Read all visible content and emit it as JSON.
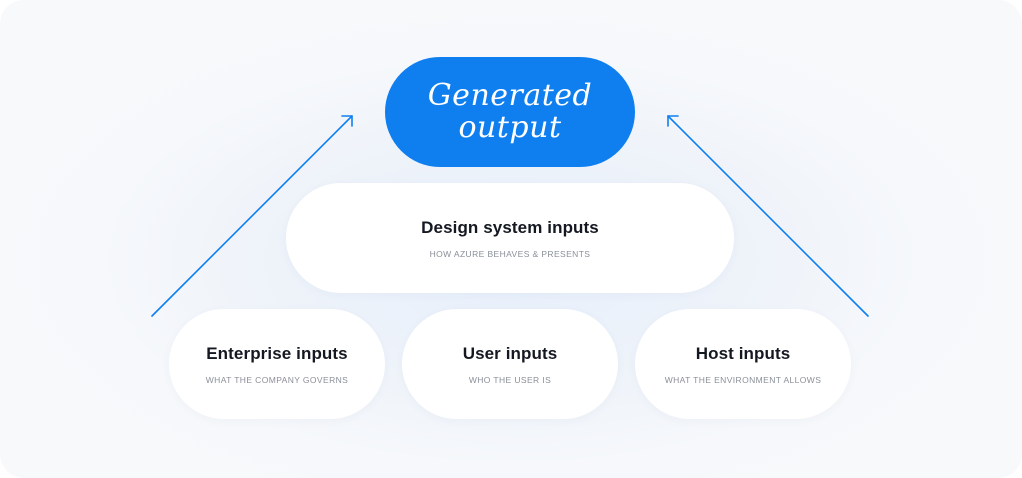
{
  "output": {
    "line1": "Generated",
    "line2": "output"
  },
  "design_system": {
    "title": "Design system inputs",
    "subtitle": "HOW AZURE BEHAVES & PRESENTS"
  },
  "enterprise": {
    "title": "Enterprise inputs",
    "subtitle": "WHAT THE COMPANY GOVERNS"
  },
  "user": {
    "title": "User inputs",
    "subtitle": "WHO THE USER IS"
  },
  "host": {
    "title": "Host inputs",
    "subtitle": "WHAT THE ENVIRONMENT ALLOWS"
  },
  "colors": {
    "accent": "#0f7ff0",
    "card": "#ffffff",
    "title_text": "#141821",
    "subtitle_text": "#8a8f98"
  }
}
